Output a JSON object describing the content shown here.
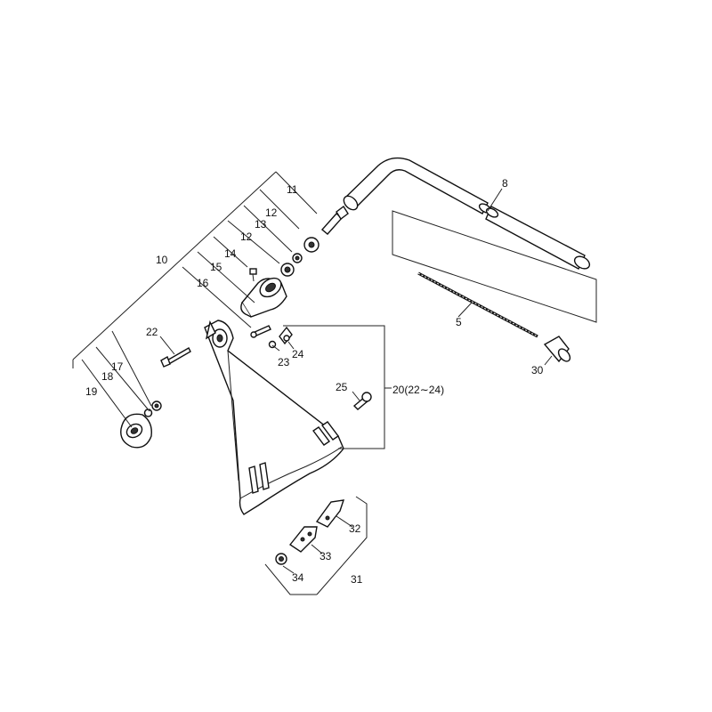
{
  "callouts": {
    "p5": "5",
    "p8": "8",
    "p10": "10",
    "p11": "11",
    "p12a": "12",
    "p12b": "12",
    "p13": "13",
    "p14": "14",
    "p15": "15",
    "p16": "16",
    "p17": "17",
    "p18": "18",
    "p19": "19",
    "p20": "20(22∼24)",
    "p22": "22",
    "p23": "23",
    "p24": "24",
    "p25": "25",
    "p30": "30",
    "p31": "31",
    "p32": "32",
    "p33": "33",
    "p34": "34"
  }
}
